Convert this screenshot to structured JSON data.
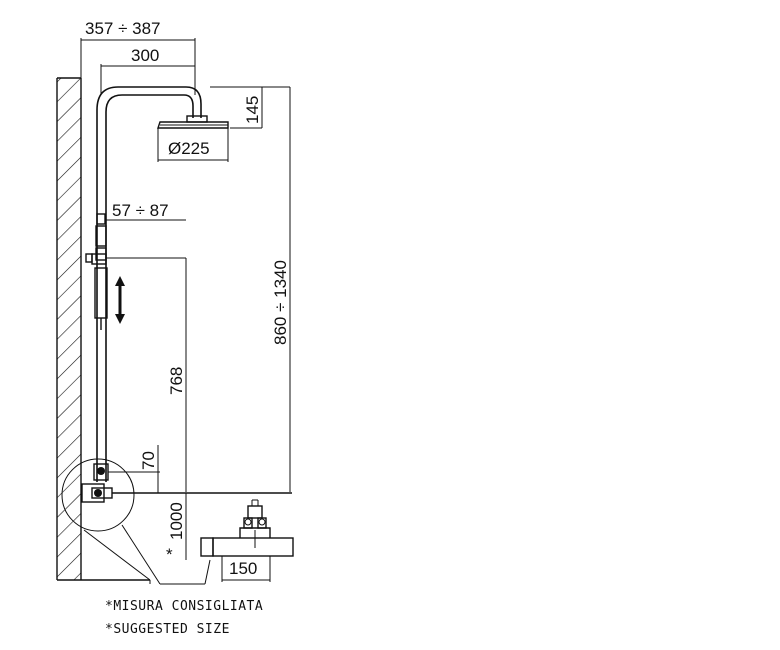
{
  "dimensions": {
    "arm_reach": "357 ÷ 387",
    "arm_length": "300",
    "head_drop": "145",
    "head_diameter": "Ø225",
    "slider_offset": "57 ÷ 87",
    "total_height": "860 ÷ 1340",
    "slider_height": "768",
    "outlet_height": "70",
    "mixer_height": "1000",
    "mixer_centers": "150",
    "asterisk": "*"
  },
  "notes": {
    "it": "*MISURA CONSIGLIATA",
    "en": "*SUGGESTED SIZE"
  }
}
